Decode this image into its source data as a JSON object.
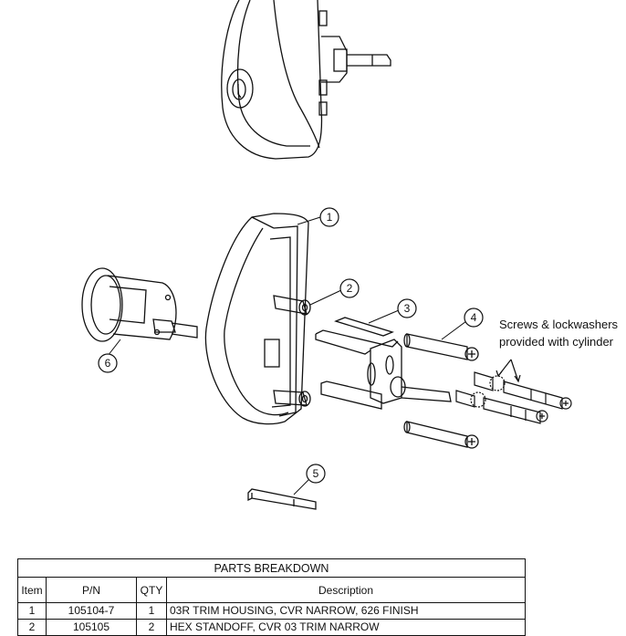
{
  "diagram": {
    "callouts": {
      "screws_note_line1": "Screws & lockwashers",
      "screws_note_line2": "provided with cylinder"
    },
    "balloons": [
      "1",
      "2",
      "3",
      "4",
      "5",
      "6"
    ]
  },
  "table": {
    "title": "PARTS BREAKDOWN",
    "headers": {
      "item": "Item",
      "pn": "P/N",
      "qty": "QTY",
      "desc": "Description"
    },
    "rows": [
      {
        "item": "1",
        "pn": "105104-7",
        "qty": "1",
        "desc": "03R TRIM HOUSING, CVR NARROW, 626 FINISH"
      },
      {
        "item": "2",
        "pn": "105105",
        "qty": "2",
        "desc": "HEX STANDOFF, CVR 03 TRIM NARROW"
      }
    ]
  }
}
